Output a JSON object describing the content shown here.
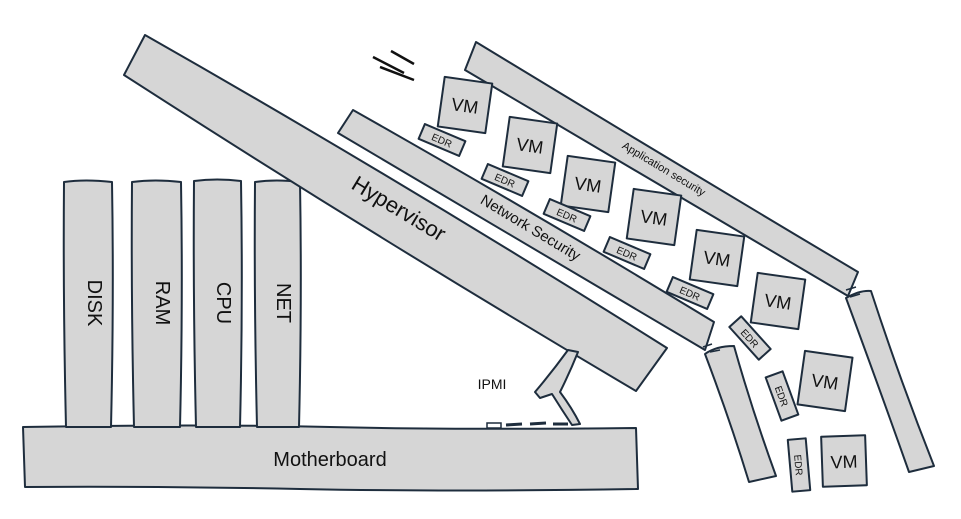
{
  "diagram": {
    "motherboard": "Motherboard",
    "components": [
      "DISK",
      "RAM",
      "CPU",
      "NET"
    ],
    "hypervisor": "Hypervisor",
    "ipmi": "IPMI",
    "network_security": "Network Security",
    "application_security": "Application security",
    "vm_label": "VM",
    "edr_label": "EDR"
  },
  "colors": {
    "block_fill": "#d6d6d6",
    "outline": "#1e2d3d",
    "text": "#111111",
    "background": "#ffffff"
  }
}
